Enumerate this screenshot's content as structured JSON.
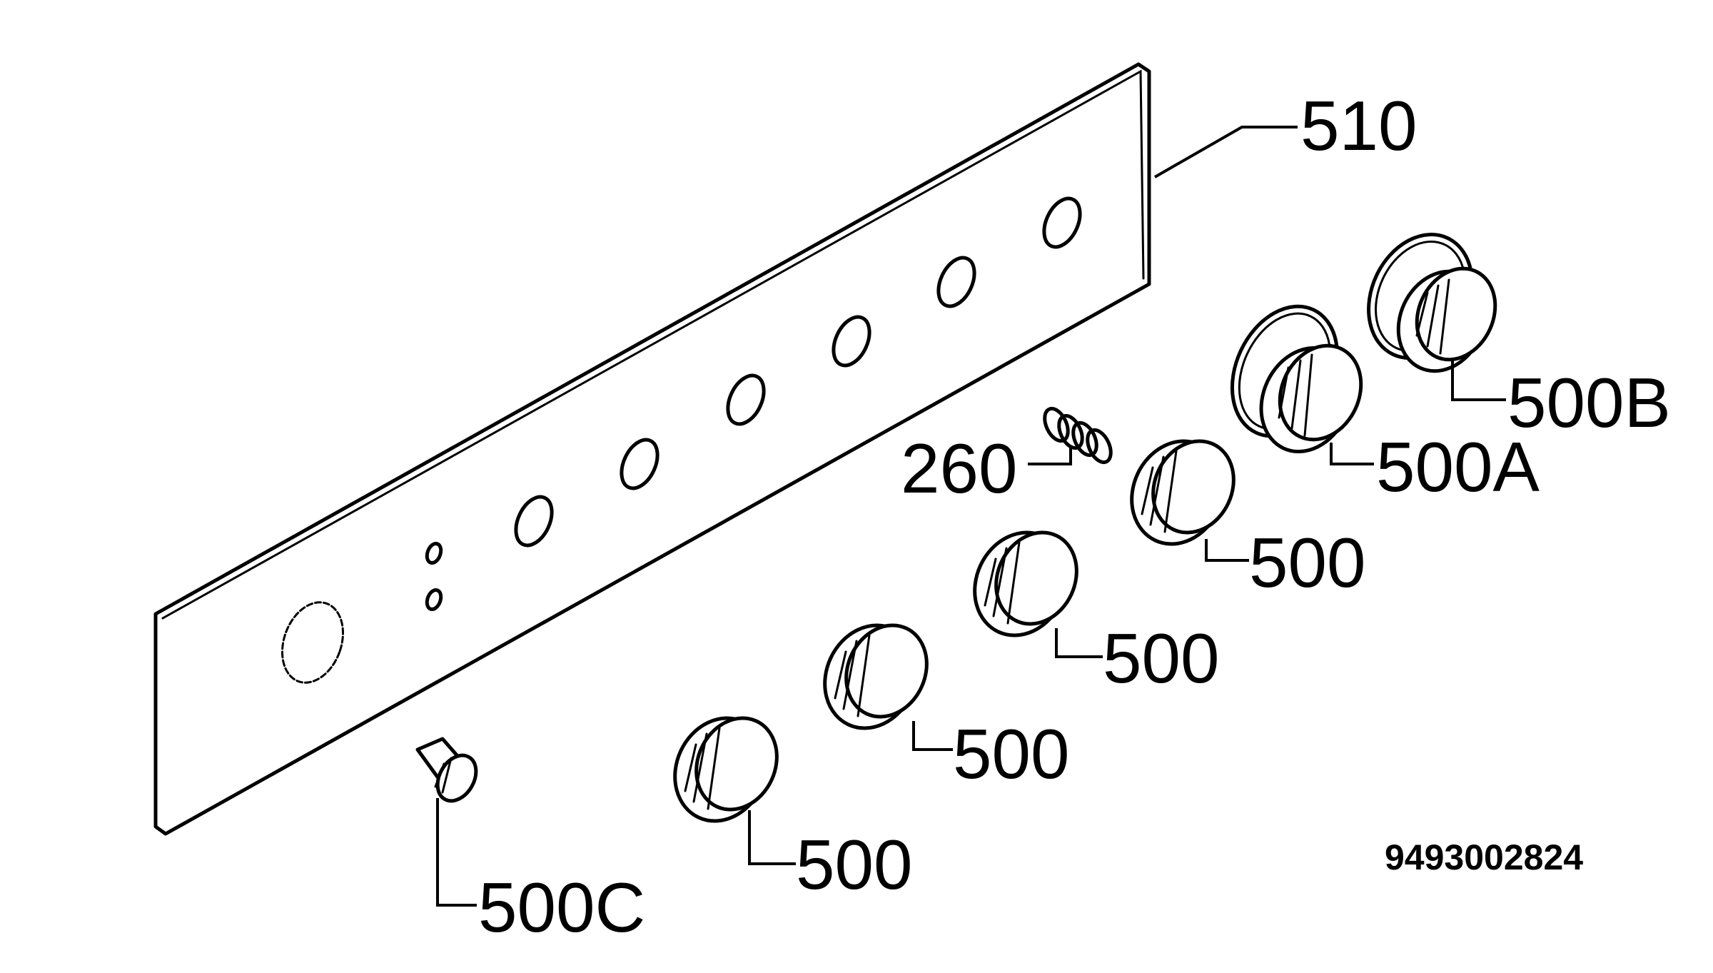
{
  "labels": {
    "panel": "510",
    "spring": "260",
    "knob_a": "500A",
    "knob_b": "500B",
    "knob_c": "500C",
    "knob_1": "500",
    "knob_2": "500",
    "knob_3": "500",
    "knob_4": "500"
  },
  "document_number": "9493002824"
}
